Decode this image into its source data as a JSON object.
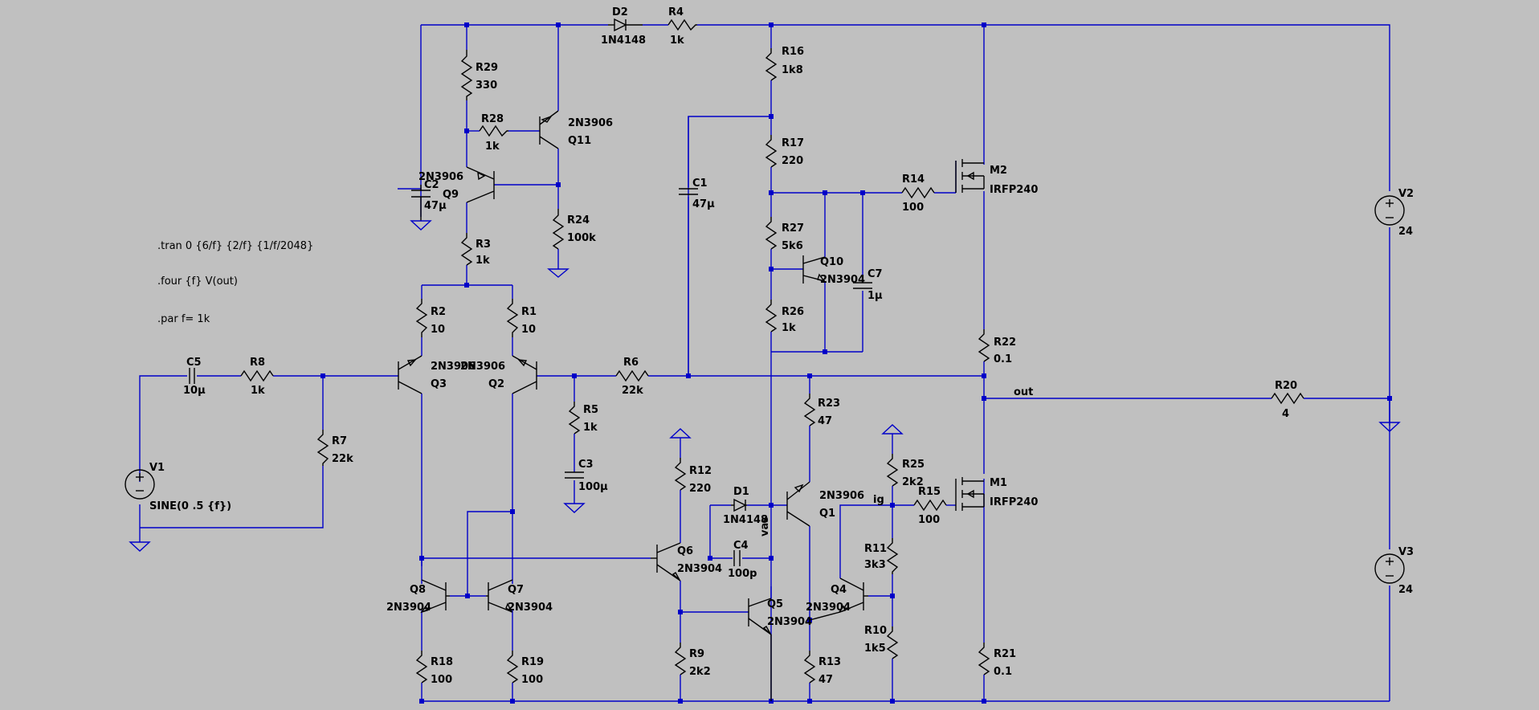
{
  "directives": [
    ".tran 0 {6/f} {2/f} {1/f/2048}",
    ".four {f} V(out)",
    ".par f= 1k"
  ],
  "nets": {
    "out": "out",
    "vas": "vas",
    "ig": "ig"
  },
  "components": {
    "D2": {
      "name": "D2",
      "value": "1N4148"
    },
    "R4": {
      "name": "R4",
      "value": "1k"
    },
    "R29": {
      "name": "R29",
      "value": "330"
    },
    "R28": {
      "name": "R28",
      "value": "1k"
    },
    "Q11": {
      "name": "Q11",
      "value": "2N3906"
    },
    "Q9": {
      "name": "Q9",
      "value": "2N3906"
    },
    "C2": {
      "name": "C2",
      "value": "47μ"
    },
    "R24": {
      "name": "R24",
      "value": "100k"
    },
    "R3": {
      "name": "R3",
      "value": "1k"
    },
    "R2": {
      "name": "R2",
      "value": "10"
    },
    "R1": {
      "name": "R1",
      "value": "10"
    },
    "Q3": {
      "name": "Q3",
      "value": "2N3906"
    },
    "Q2": {
      "name": "Q2",
      "value": "2N3906"
    },
    "C5": {
      "name": "C5",
      "value": "10μ"
    },
    "R8": {
      "name": "R8",
      "value": "1k"
    },
    "R7": {
      "name": "R7",
      "value": "22k"
    },
    "V1": {
      "name": "V1",
      "value": "SINE(0 .5 {f})"
    },
    "R6": {
      "name": "R6",
      "value": "22k"
    },
    "R5": {
      "name": "R5",
      "value": "1k"
    },
    "C3": {
      "name": "C3",
      "value": "100μ"
    },
    "C1": {
      "name": "C1",
      "value": "47μ"
    },
    "R16": {
      "name": "R16",
      "value": "1k8"
    },
    "R17": {
      "name": "R17",
      "value": "220"
    },
    "R27": {
      "name": "R27",
      "value": "5k6"
    },
    "Q10": {
      "name": "Q10",
      "value": "2N3904"
    },
    "C7": {
      "name": "C7",
      "value": "1μ"
    },
    "R26": {
      "name": "R26",
      "value": "1k"
    },
    "R14": {
      "name": "R14",
      "value": "100"
    },
    "M2": {
      "name": "M2",
      "value": "IRFP240"
    },
    "V2": {
      "name": "V2",
      "value": "24"
    },
    "R22": {
      "name": "R22",
      "value": "0.1"
    },
    "R20": {
      "name": "R20",
      "value": "4"
    },
    "R23": {
      "name": "R23",
      "value": "47"
    },
    "R12": {
      "name": "R12",
      "value": "220"
    },
    "D1": {
      "name": "D1",
      "value": "1N4148"
    },
    "Q1": {
      "name": "Q1",
      "value": "2N3906"
    },
    "R25": {
      "name": "R25",
      "value": "2k2"
    },
    "R15": {
      "name": "R15",
      "value": "100"
    },
    "M1": {
      "name": "M1",
      "value": "IRFP240"
    },
    "V3": {
      "name": "V3",
      "value": "24"
    },
    "Q6": {
      "name": "Q6",
      "value": "2N3904"
    },
    "C4": {
      "name": "C4",
      "value": "100p"
    },
    "R11": {
      "name": "R11",
      "value": "3k3"
    },
    "Q4": {
      "name": "Q4",
      "value": "2N3904"
    },
    "R10": {
      "name": "R10",
      "value": "1k5"
    },
    "Q5": {
      "name": "Q5",
      "value": "2N3904"
    },
    "Q8": {
      "name": "Q8",
      "value": "2N3904"
    },
    "Q7": {
      "name": "Q7",
      "value": "2N3904"
    },
    "R18": {
      "name": "R18",
      "value": "100"
    },
    "R19": {
      "name": "R19",
      "value": "100"
    },
    "R9": {
      "name": "R9",
      "value": "2k2"
    },
    "R13": {
      "name": "R13",
      "value": "47"
    },
    "R21": {
      "name": "R21",
      "value": "0.1"
    }
  }
}
